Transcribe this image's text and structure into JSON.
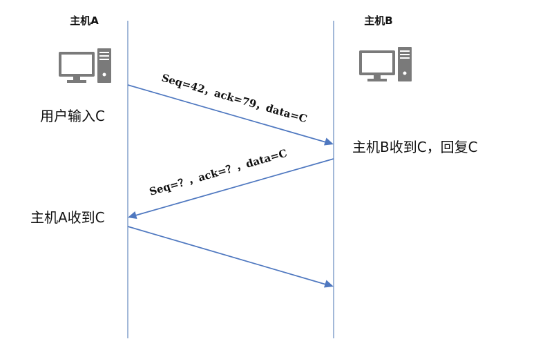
{
  "hosts": {
    "a": {
      "title": "主机A",
      "icon": "computer-icon"
    },
    "b": {
      "title": "主机B",
      "icon": "computer-icon"
    }
  },
  "events": {
    "a_input": "用户输入C",
    "b_receive": "主机B收到C，回复C",
    "a_receive": "主机A收到C"
  },
  "messages": [
    {
      "label": "Seq=42，ack=79，data=C",
      "direction": "A→B"
    },
    {
      "label": "Seq=？，ack=？，data=C",
      "direction": "B→A"
    },
    {
      "label": "",
      "direction": "A→B"
    }
  ],
  "colors": {
    "timeline": "#8aa6cf",
    "arrow": "#4f78c0",
    "icon": "#7a7a7a",
    "text": "#111111"
  }
}
